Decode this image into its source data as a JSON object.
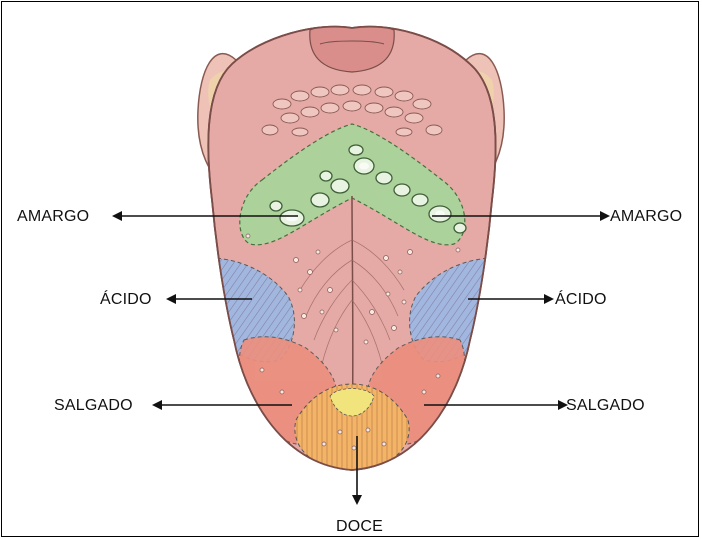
{
  "labels": {
    "bitter_left": "AMARGO",
    "bitter_right": "AMARGO",
    "sour_left": "ÁCIDO",
    "sour_right": "ÁCIDO",
    "salty_left": "SALGADO",
    "salty_right": "SALGADO",
    "sweet": "DOCE"
  },
  "colors": {
    "tongue_base": "#e6aaa6",
    "tongue_shadow": "#c98580",
    "bitter_zone": "#a9d49a",
    "sour_zone": "#9fb8e2",
    "salty_zone": "#ec8f7e",
    "sweet_zone": "#f3b468",
    "sweet_tip": "#f2e47c",
    "arrow": "#111111"
  }
}
